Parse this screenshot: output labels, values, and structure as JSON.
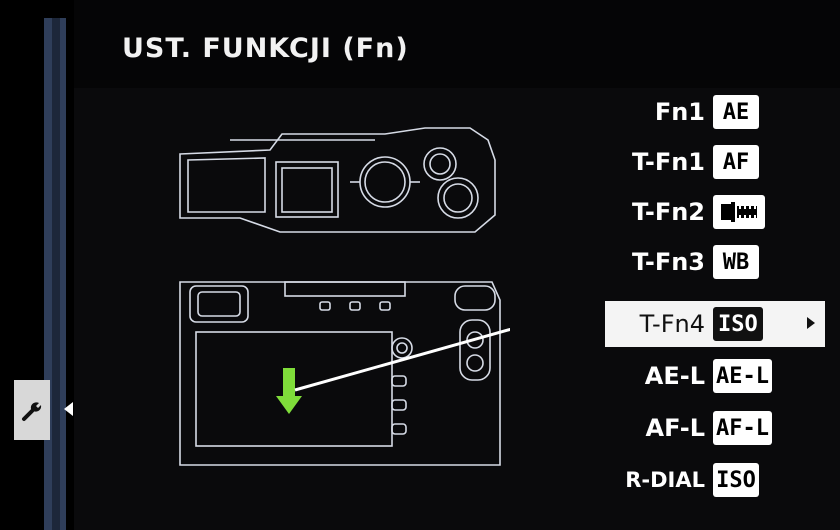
{
  "screen": {
    "title": "UST. FUNKCJI (Fn)"
  },
  "side_tab": {
    "icon": "wrench-icon"
  },
  "menu": {
    "items": [
      {
        "label": "Fn1",
        "icon_text": "AE",
        "icon": "ae-icon"
      },
      {
        "label": "T-Fn1",
        "icon_text": "AF",
        "icon": "af-icon"
      },
      {
        "label": "T-Fn2",
        "icon_text": "",
        "icon": "film-simulation-icon"
      },
      {
        "label": "T-Fn3",
        "icon_text": "WB",
        "icon": "wb-icon"
      },
      {
        "label": "T-Fn4",
        "icon_text": "ISO",
        "icon": "iso-icon",
        "selected": true
      },
      {
        "label": "AE-L",
        "icon_text": "AE-L",
        "icon": "ae-lock-icon"
      },
      {
        "label": "AF-L",
        "icon_text": "AF-L",
        "icon": "af-lock-icon"
      },
      {
        "label": "R-DIAL",
        "icon_text": "ISO",
        "icon": "iso-icon"
      }
    ]
  },
  "colors": {
    "background": "#000000",
    "highlight": "#f4f4f4",
    "indicator": "#7fdd3a",
    "rail": "#2f3e5a"
  }
}
